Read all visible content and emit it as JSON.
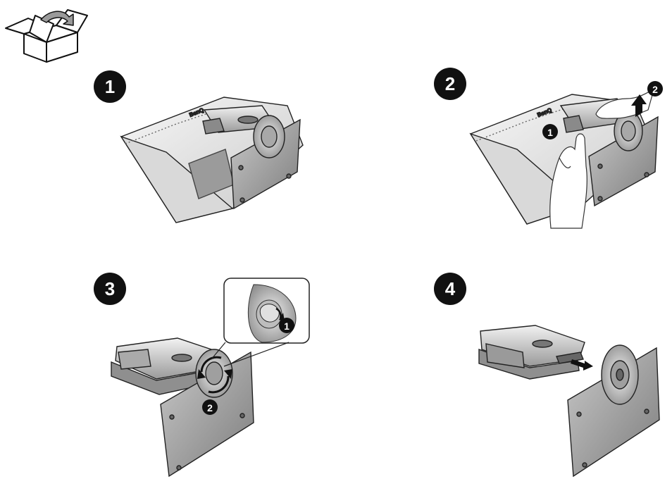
{
  "icon": "unpack-box-icon",
  "brand_text": "BenQ",
  "steps": [
    {
      "number": "1"
    },
    {
      "number": "2",
      "callouts": [
        "1",
        "2"
      ]
    },
    {
      "number": "3",
      "callouts": [
        "1",
        "2"
      ]
    },
    {
      "number": "4"
    }
  ],
  "colors": {
    "ink": "#111111",
    "metal_light": "#e9e9e9",
    "metal_mid": "#bdbdbd",
    "metal_dark": "#7a7a7a",
    "badge": "#111111"
  }
}
